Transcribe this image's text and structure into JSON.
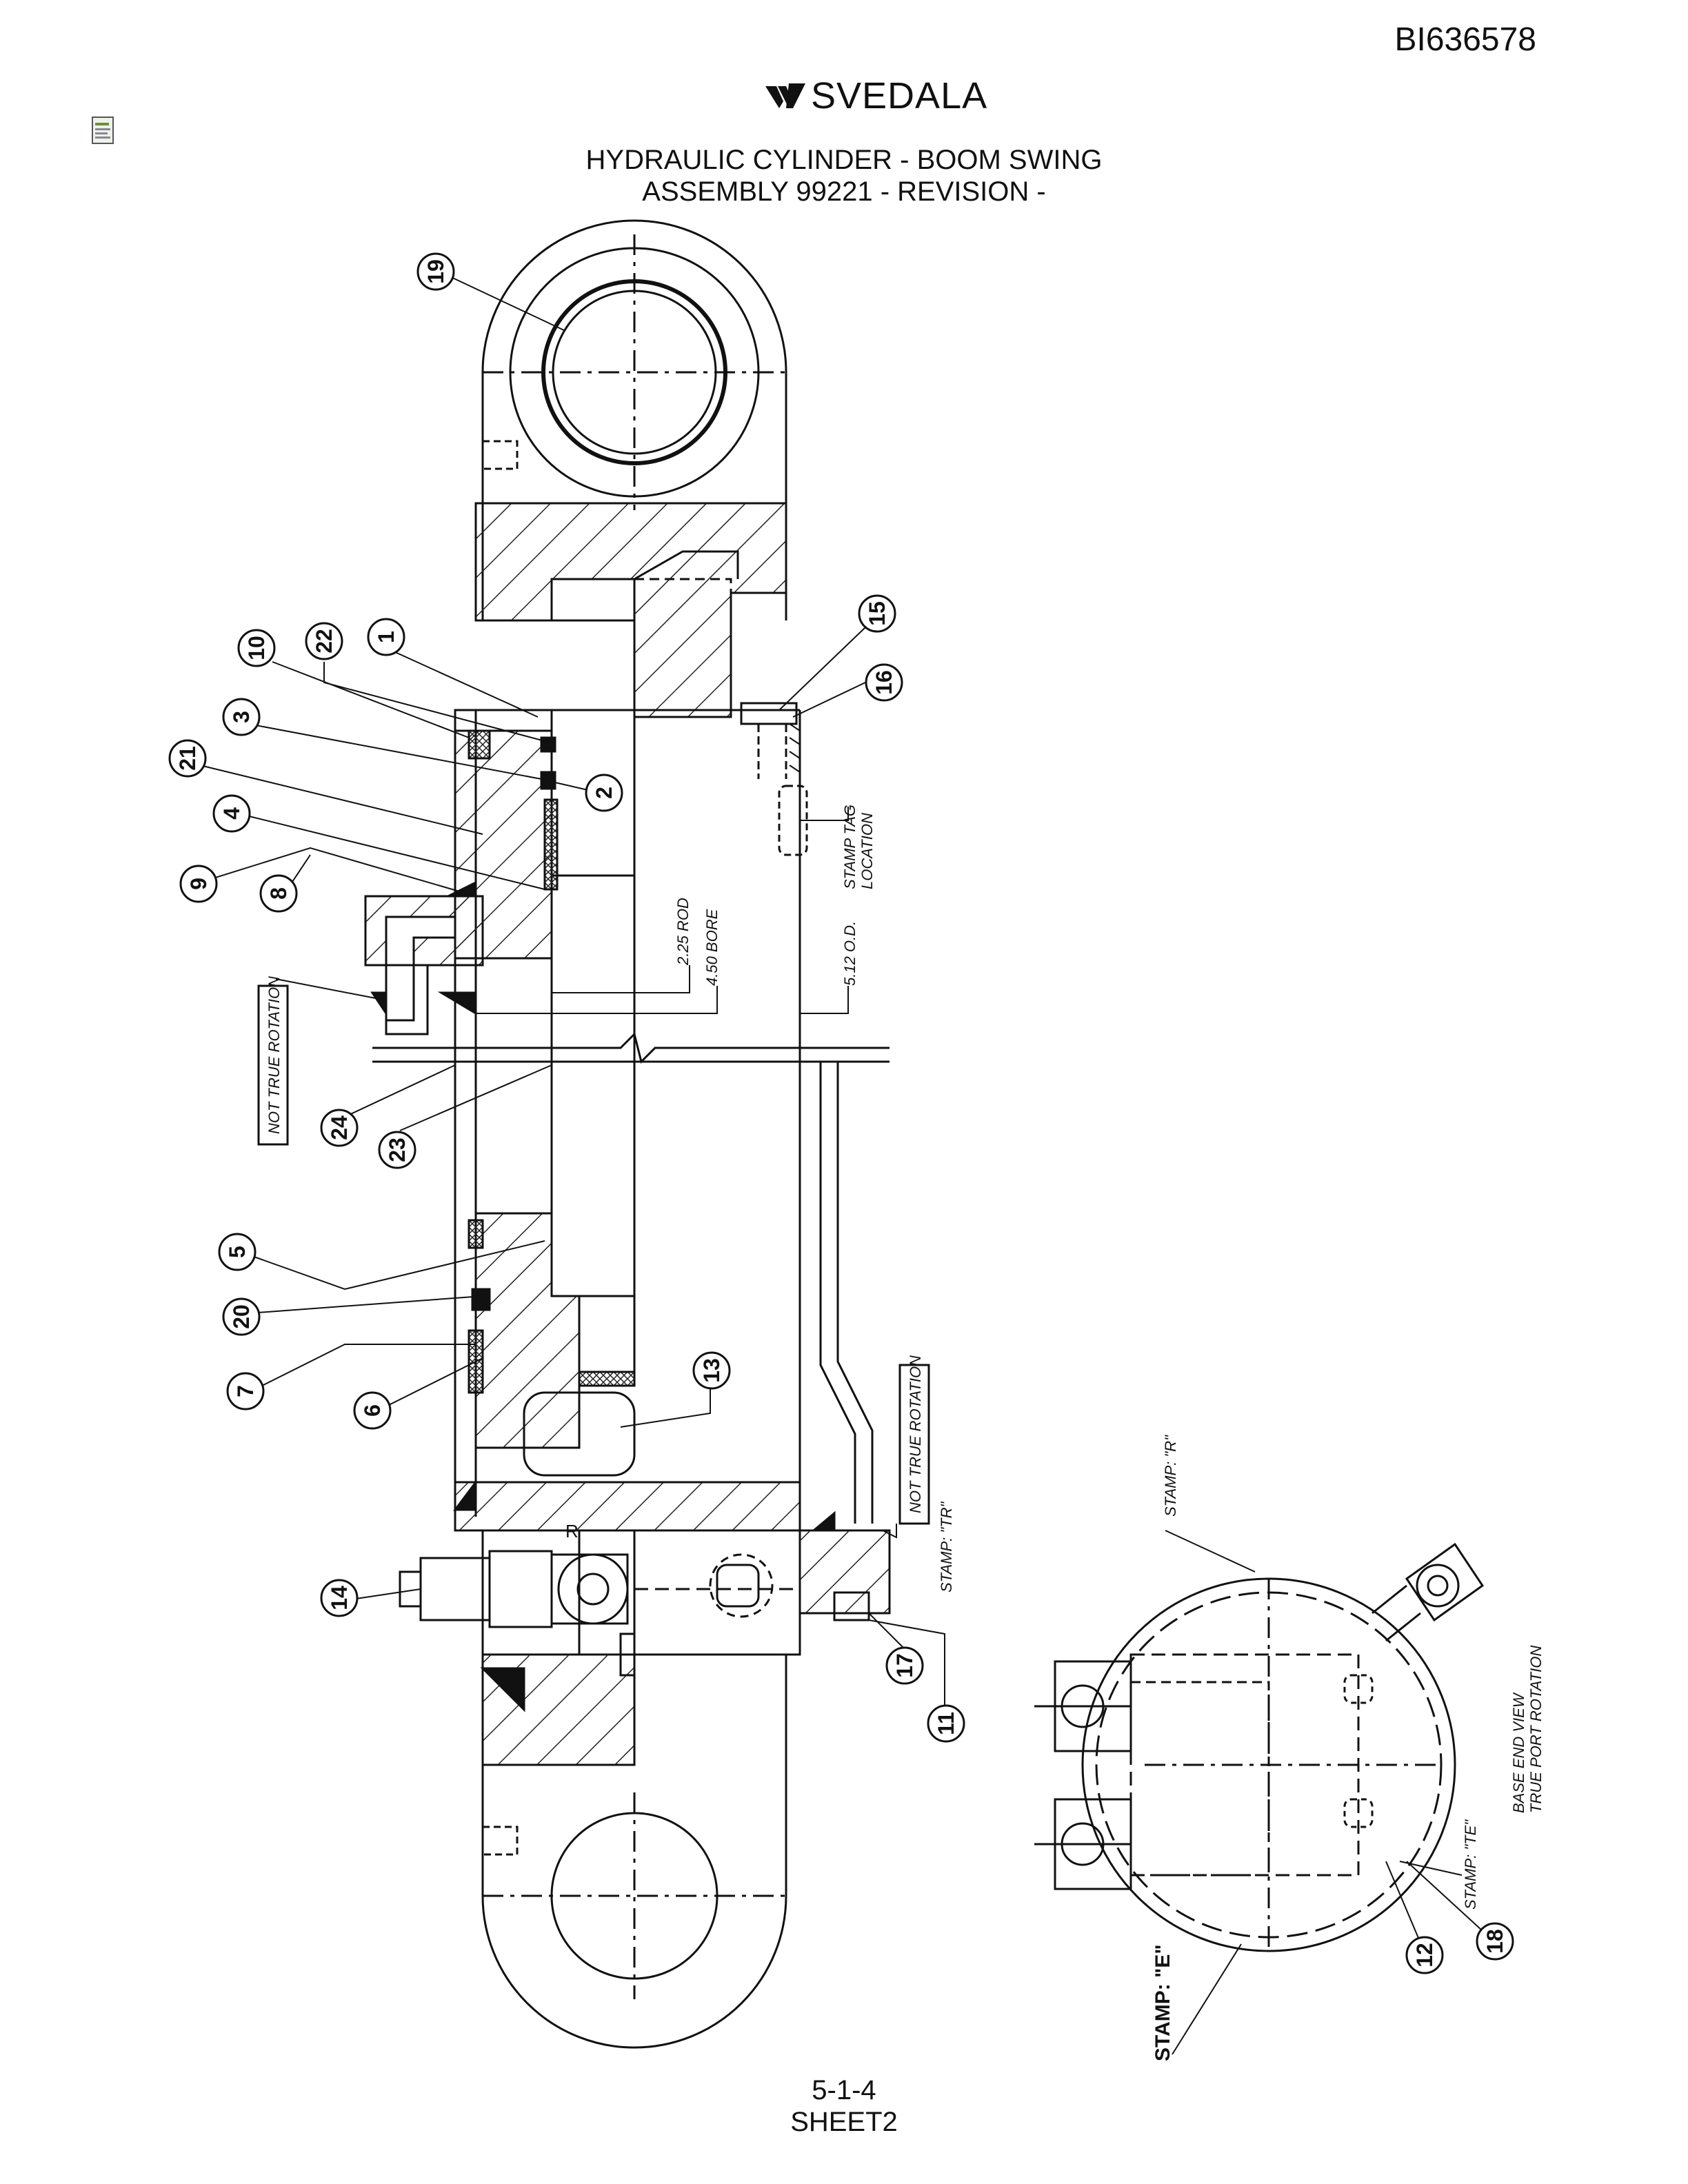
{
  "document_id": "BI636578",
  "brand": {
    "name": "SVEDALA"
  },
  "title": {
    "line1": "HYDRAULIC CYLINDER - BOOM SWING",
    "line2": "ASSEMBLY 99221 - REVISION -"
  },
  "footer": {
    "page": "5-1-4",
    "sheet": "SHEET2"
  },
  "icons": {
    "doc": "document-icon",
    "logo": "svedala-logo-icon"
  },
  "dimensions": {
    "rod": "2.25 ROD",
    "bore": "4.50 BORE",
    "od": "5.12 O.D."
  },
  "notes": {
    "stamp_tag": [
      "STAMP TAG",
      "LOCATION"
    ],
    "not_true_rotation": "NOT TRUE ROTATION",
    "stamp_r": "STAMP: \"R\"",
    "stamp_tr": "STAMP: \"TR\"",
    "stamp_te": "STAMP: \"TE\"",
    "stamp_e": "STAMP: \"E\"",
    "base_end_view": [
      "BASE END VIEW",
      "TRUE PORT ROTATION"
    ],
    "r_mark": "R"
  },
  "callouts": [
    {
      "num": "19"
    },
    {
      "num": "15"
    },
    {
      "num": "16"
    },
    {
      "num": "10"
    },
    {
      "num": "22"
    },
    {
      "num": "1"
    },
    {
      "num": "3"
    },
    {
      "num": "2"
    },
    {
      "num": "21"
    },
    {
      "num": "4"
    },
    {
      "num": "9"
    },
    {
      "num": "8"
    },
    {
      "num": "24"
    },
    {
      "num": "23"
    },
    {
      "num": "5"
    },
    {
      "num": "20"
    },
    {
      "num": "7"
    },
    {
      "num": "6"
    },
    {
      "num": "13"
    },
    {
      "num": "14"
    },
    {
      "num": "17"
    },
    {
      "num": "11"
    },
    {
      "num": "12"
    },
    {
      "num": "18"
    }
  ]
}
